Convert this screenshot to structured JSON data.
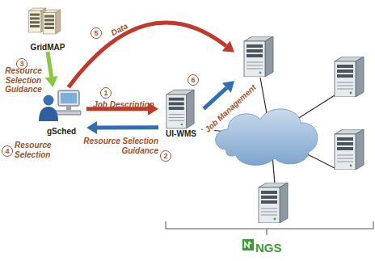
{
  "diagram": {
    "nodes": [
      {
        "text": [
          "GridMAP"
        ]
      },
      {
        "text": [
          "gSched"
        ]
      },
      {
        "text": [
          "UI-WMS"
        ]
      },
      {
        "text": [
          "NGS"
        ]
      }
    ],
    "edges": [
      {
        "from": 1,
        "to": 2,
        "label": "Job Description",
        "arrow": "to"
      },
      {
        "from": 2,
        "to": 1,
        "label": "Resource Selection Guidance",
        "arrow": "to"
      },
      {
        "from": 0,
        "to": 1,
        "label": "Resource Selection Guidance",
        "arrow": "to"
      },
      {
        "from": 1,
        "to": 3,
        "label": "Data",
        "arrow": "to"
      },
      {
        "from": 2,
        "to": 3,
        "label": "Job Management",
        "arrow": "to"
      }
    ],
    "labels": [
      "1",
      "2",
      "3",
      "4",
      "5",
      "6",
      "Resource Selection"
    ]
  }
}
